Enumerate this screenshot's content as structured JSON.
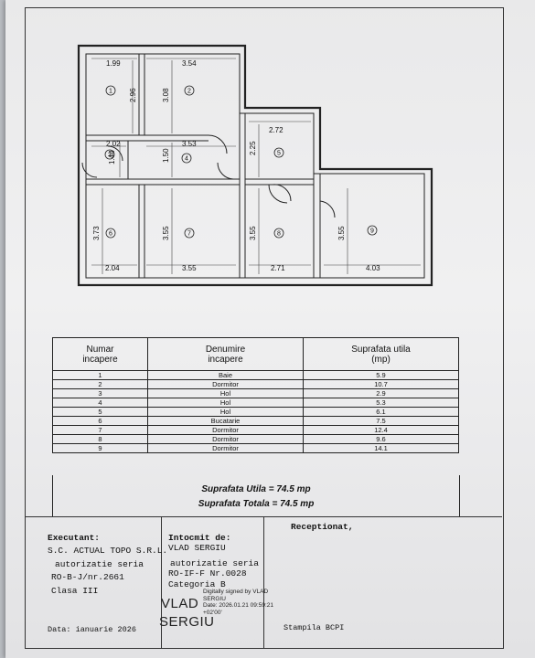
{
  "plan": {
    "dimensions": [
      "1.99",
      "3.54",
      "2.96",
      "3.08",
      "2.02",
      "3.53",
      "2.72",
      "2.25",
      "1.44",
      "1.50",
      "3.73",
      "3.55",
      "3.55",
      "3.55",
      "2.04",
      "3.55",
      "2.71",
      "4.03"
    ],
    "room_numbers": [
      "1",
      "2",
      "3",
      "4",
      "5",
      "6",
      "7",
      "8",
      "9"
    ]
  },
  "table": {
    "headers": [
      "Numar\nincapere",
      "Denumire\nincapere",
      "Suprafata utila\n(mp)"
    ],
    "rows": [
      [
        "1",
        "Baie",
        "5.9"
      ],
      [
        "2",
        "Dormitor",
        "10.7"
      ],
      [
        "3",
        "Hol",
        "2.9"
      ],
      [
        "4",
        "Hol",
        "5.3"
      ],
      [
        "5",
        "Hol",
        "6.1"
      ],
      [
        "6",
        "Bucatarie",
        "7.5"
      ],
      [
        "7",
        "Dormitor",
        "12.4"
      ],
      [
        "8",
        "Dormitor",
        "9.6"
      ],
      [
        "9",
        "Dormitor",
        "14.1"
      ]
    ]
  },
  "summary": {
    "utila": "Suprafata Utila = 74.5 mp",
    "totala": "Suprafata Totala = 74.5 mp"
  },
  "footer": {
    "executant": {
      "title": "Executant:",
      "company": "S.C. ACTUAL TOPO S.R.L.",
      "auth": "autorizatie seria",
      "number": "RO-B-J/nr.2661",
      "clasa": "Clasa III",
      "date": "Data: ianuarie 2026"
    },
    "intocmit": {
      "title": "Intocmit de:",
      "name": "VLAD SERGIU",
      "auth": "autorizatie seria",
      "number": "RO-IF-F Nr.0028",
      "categoria": "Categoria B",
      "sig_first": "VLAD",
      "sig_last": "SERGIU",
      "signed_by": "Digitally signed by VLAD SERGIU",
      "signed_date": "Date: 2026.01.21 09:59:21 +02'00'"
    },
    "receptionat": {
      "title": "Receptionat,",
      "stampila": "Stampila BCPI"
    }
  }
}
